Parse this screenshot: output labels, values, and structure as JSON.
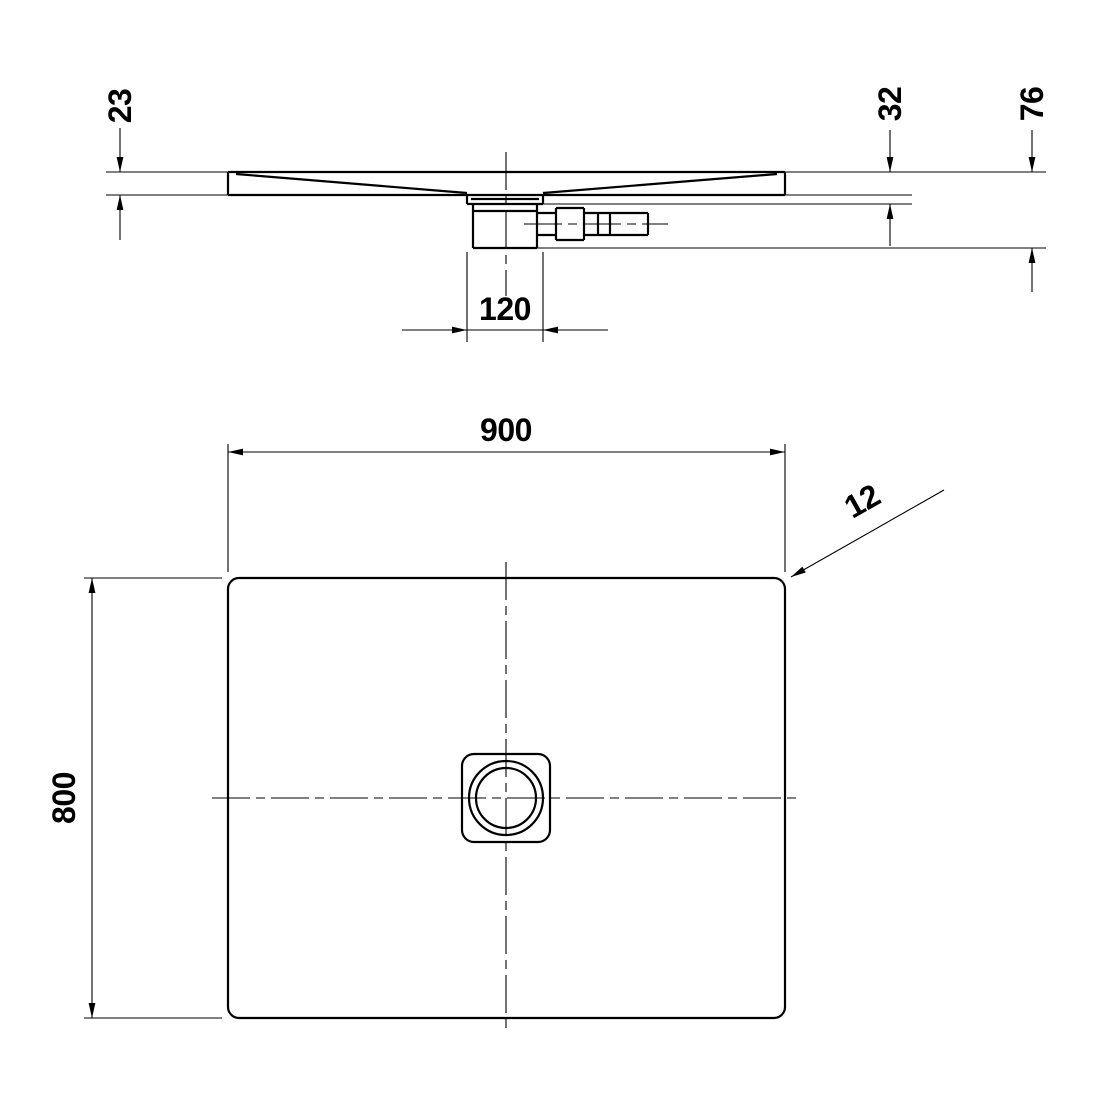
{
  "drawing": {
    "views": {
      "section": {
        "dims": {
          "rim_height": "23",
          "height_to_flange": "32",
          "total_height": "76",
          "drain_width": "120"
        }
      },
      "plan": {
        "dims": {
          "width": "900",
          "depth": "800",
          "corner_radius": "12"
        }
      }
    },
    "colors": {
      "line": "#000000",
      "background": "#ffffff"
    }
  }
}
